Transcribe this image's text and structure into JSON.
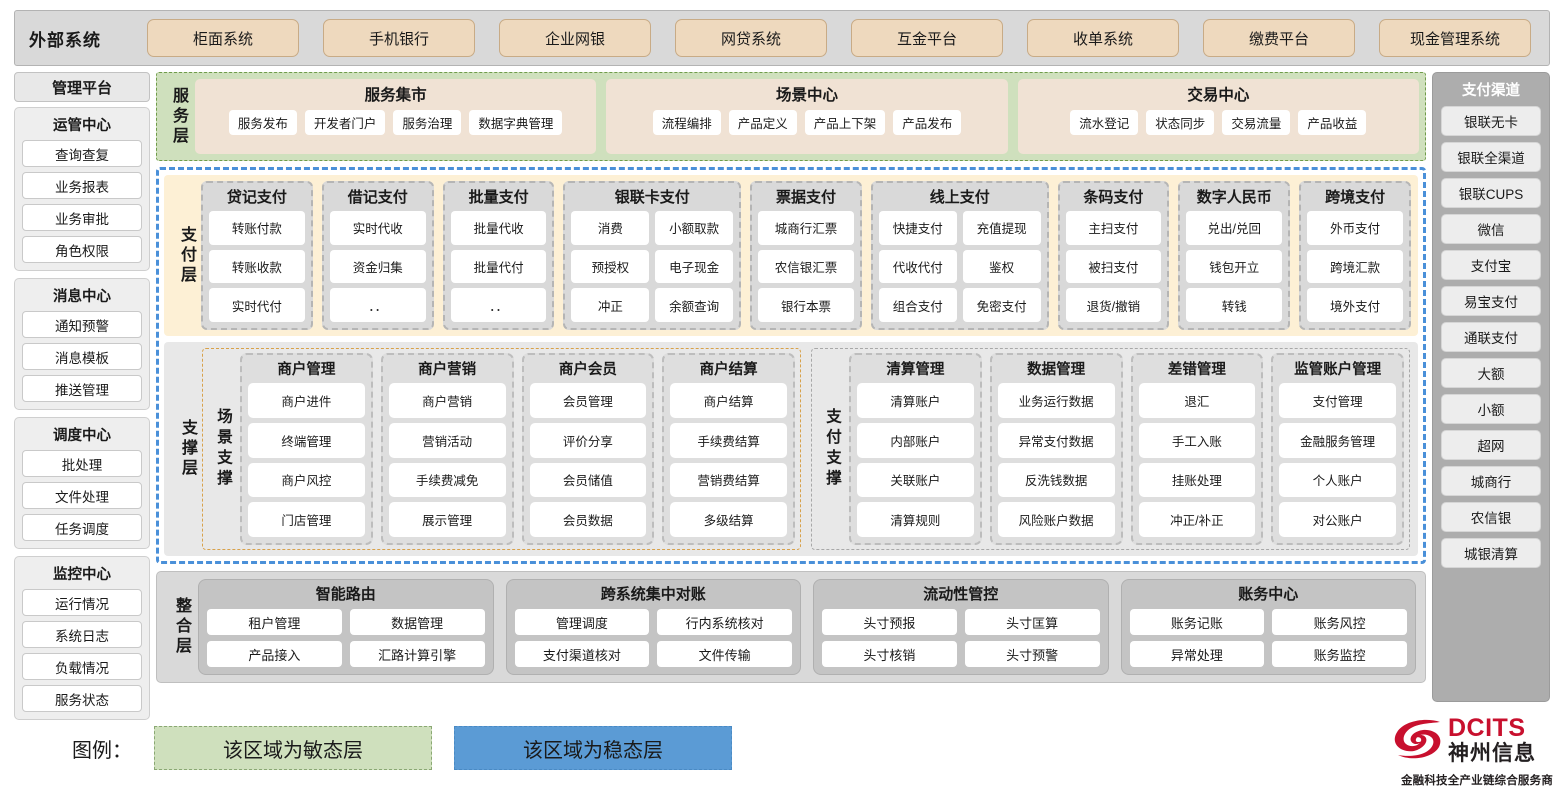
{
  "external": {
    "title": "外部系统",
    "items": [
      "柜面系统",
      "手机银行",
      "企业网银",
      "网贷系统",
      "互金平台",
      "收单系统",
      "缴费平台",
      "现金管理系统"
    ]
  },
  "left_sidebar": {
    "title": "管理平台",
    "groups": [
      {
        "title": "运管中心",
        "items": [
          "查询查复",
          "业务报表",
          "业务审批",
          "角色权限"
        ]
      },
      {
        "title": "消息中心",
        "items": [
          "通知预警",
          "消息模板",
          "推送管理"
        ]
      },
      {
        "title": "调度中心",
        "items": [
          "批处理",
          "文件处理",
          "任务调度"
        ]
      },
      {
        "title": "监控中心",
        "items": [
          "运行情况",
          "系统日志",
          "负载情况",
          "服务状态"
        ]
      }
    ]
  },
  "right_sidebar": {
    "title": "支付渠道",
    "items": [
      "银联无卡",
      "银联全渠道",
      "银联CUPS",
      "微信",
      "支付宝",
      "易宝支付",
      "通联支付",
      "大额",
      "小额",
      "超网",
      "城商行",
      "农信银",
      "城银清算"
    ]
  },
  "service_layer": {
    "label": "服务层",
    "groups": [
      {
        "title": "服务集市",
        "items": [
          "服务发布",
          "开发者门户",
          "服务治理",
          "数据字典管理"
        ]
      },
      {
        "title": "场景中心",
        "items": [
          "流程编排",
          "产品定义",
          "产品上下架",
          "产品发布"
        ]
      },
      {
        "title": "交易中心",
        "items": [
          "流水登记",
          "状态同步",
          "交易流量",
          "产品收益"
        ]
      }
    ]
  },
  "payment_layer": {
    "label": "支付层",
    "groups": [
      {
        "title": "贷记支付",
        "cols": 1,
        "items": [
          "转账付款",
          "转账收款",
          "实时代付"
        ]
      },
      {
        "title": "借记支付",
        "cols": 1,
        "items": [
          "实时代收",
          "资金归集",
          "．．"
        ]
      },
      {
        "title": "批量支付",
        "cols": 1,
        "items": [
          "批量代收",
          "批量代付",
          "．．"
        ]
      },
      {
        "title": "银联卡支付",
        "cols": 2,
        "items": [
          "消费",
          "小额取款",
          "预授权",
          "电子现金",
          "冲正",
          "余额查询"
        ]
      },
      {
        "title": "票据支付",
        "cols": 1,
        "items": [
          "城商行汇票",
          "农信银汇票",
          "银行本票"
        ]
      },
      {
        "title": "线上支付",
        "cols": 2,
        "items": [
          "快捷支付",
          "充值提现",
          "代收代付",
          "鉴权",
          "组合支付",
          "免密支付"
        ]
      },
      {
        "title": "条码支付",
        "cols": 1,
        "items": [
          "主扫支付",
          "被扫支付",
          "退货/撤销"
        ]
      },
      {
        "title": "数字人民币",
        "cols": 1,
        "items": [
          "兑出/兑回",
          "钱包开立",
          "转钱"
        ]
      },
      {
        "title": "跨境支付",
        "cols": 1,
        "items": [
          "外币支付",
          "跨境汇款",
          "境外支付"
        ]
      }
    ]
  },
  "support_layer": {
    "label": "支撑层",
    "halves": [
      {
        "sublabel": "场景支撑",
        "cards": [
          {
            "title": "商户管理",
            "items": [
              "商户进件",
              "终端管理",
              "商户风控",
              "门店管理"
            ]
          },
          {
            "title": "商户营销",
            "items": [
              "商户营销",
              "营销活动",
              "手续费减免",
              "展示管理"
            ]
          },
          {
            "title": "商户会员",
            "items": [
              "会员管理",
              "评价分享",
              "会员储值",
              "会员数据"
            ]
          },
          {
            "title": "商户结算",
            "items": [
              "商户结算",
              "手续费结算",
              "营销费结算",
              "多级结算"
            ]
          }
        ]
      },
      {
        "sublabel": "支付支撑",
        "cards": [
          {
            "title": "清算管理",
            "items": [
              "清算账户",
              "内部账户",
              "关联账户",
              "清算规则"
            ]
          },
          {
            "title": "数据管理",
            "items": [
              "业务运行数据",
              "异常支付数据",
              "反洗钱数据",
              "风险账户数据"
            ]
          },
          {
            "title": "差错管理",
            "items": [
              "退汇",
              "手工入账",
              "挂账处理",
              "冲正/补正"
            ]
          },
          {
            "title": "监管账户管理",
            "items": [
              "支付管理",
              "金融服务管理",
              "个人账户",
              "对公账户"
            ]
          }
        ]
      }
    ]
  },
  "integration_layer": {
    "label": "整合层",
    "groups": [
      {
        "title": "智能路由",
        "items": [
          "租户管理",
          "数据管理",
          "产品接入",
          "汇路计算引擎"
        ]
      },
      {
        "title": "跨系统集中对账",
        "items": [
          "管理调度",
          "行内系统核对",
          "支付渠道核对",
          "文件传输"
        ]
      },
      {
        "title": "流动性管控",
        "items": [
          "头寸预报",
          "头寸匡算",
          "头寸核销",
          "头寸预警"
        ]
      },
      {
        "title": "账务中心",
        "items": [
          "账务记账",
          "账务风控",
          "异常处理",
          "账务监控"
        ]
      }
    ]
  },
  "legend": {
    "label": "图例：",
    "agile": "该区域为敏态层",
    "stable": "该区域为稳态层",
    "agile_color": "#cfe0bd",
    "stable_color": "#5b9bd5"
  },
  "logo": {
    "en": "DCITS",
    "cn": "神州信息",
    "tagline": "金融科技全产业链综合服务商",
    "color": "#c8102e"
  }
}
